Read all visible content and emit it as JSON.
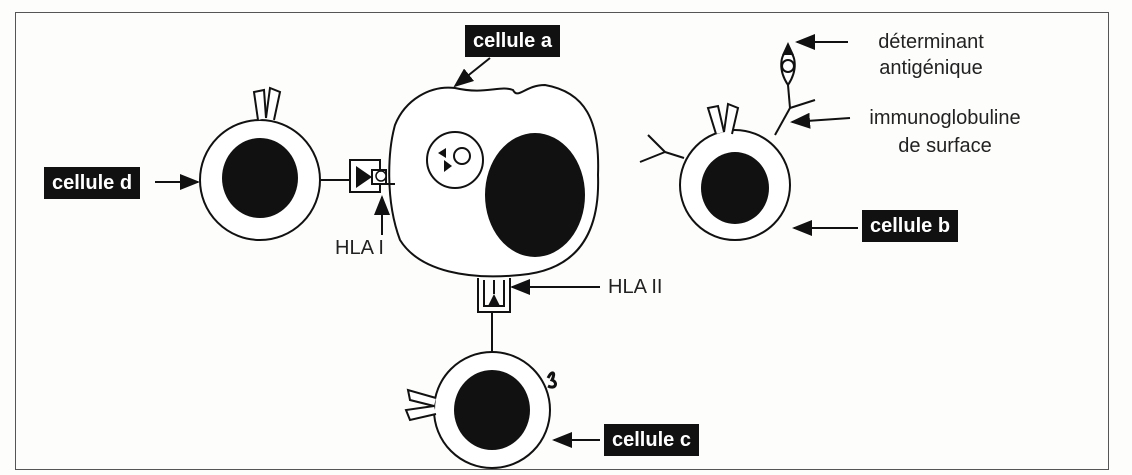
{
  "labels": {
    "cell_a": "cellule a",
    "cell_b": "cellule b",
    "cell_c": "cellule c",
    "cell_d": "cellule d",
    "hla1": "HLA I",
    "hla2": "HLA II",
    "determinant_line1": "déterminant",
    "determinant_line2": "antigénique",
    "immunoglobulin_line1": "immunoglobuline",
    "immunoglobulin_line2": "de surface"
  },
  "colors": {
    "ink": "#111111",
    "tag_background": "#111111",
    "tag_text": "#ffffff",
    "paper": "#fdfdfb"
  }
}
